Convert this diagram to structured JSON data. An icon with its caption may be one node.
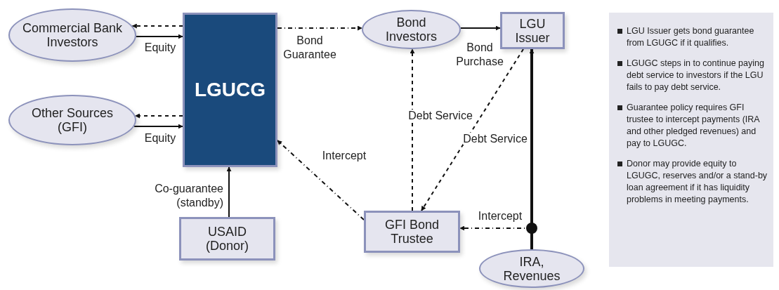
{
  "diagram": {
    "nodes": [
      {
        "text": [
          "Commercial Bank Investors"
        ]
      },
      {
        "text": [
          "Other Sources (GFI)"
        ]
      },
      {
        "text": [
          "LGUCG"
        ]
      },
      {
        "text": [
          "Bond Investors"
        ]
      },
      {
        "text": [
          "LGU Issuer"
        ]
      },
      {
        "text": [
          "USAID (Donor)"
        ]
      },
      {
        "text": [
          "GFI Bond Trustee"
        ]
      },
      {
        "text": [
          "IRA, Revenues"
        ]
      }
    ],
    "edges": [
      {
        "from": 2,
        "to": 0,
        "arrow": "to",
        "style": "dashed"
      },
      {
        "from": 0,
        "to": 2,
        "arrow": "to",
        "label": "Equity"
      },
      {
        "from": 2,
        "to": 1,
        "arrow": "to",
        "style": "dashed"
      },
      {
        "from": 1,
        "to": 2,
        "arrow": "to",
        "label": "Equity"
      },
      {
        "from": 2,
        "to": 3,
        "arrow": "to",
        "style": "dashed",
        "label": "Bond Guarantee"
      },
      {
        "from": 3,
        "to": 4,
        "arrow": "to",
        "label": "Bond Purchase"
      },
      {
        "from": 5,
        "to": 2,
        "arrow": "to",
        "label": "Co-guarantee (standby)"
      },
      {
        "from": 6,
        "to": 2,
        "arrow": "to",
        "style": "dashed",
        "label": "Intercept"
      },
      {
        "from": 6,
        "to": 3,
        "arrow": "to",
        "style": "dashed",
        "label": "Debt Service"
      },
      {
        "from": 4,
        "to": 6,
        "arrow": "to",
        "style": "dashed",
        "label": "Debt Service"
      },
      {
        "from": 7,
        "to": 4,
        "arrow": "to",
        "style": "thick"
      },
      {
        "from": 7,
        "to": 6,
        "arrow": "to",
        "style": "dashed",
        "label": "Intercept"
      }
    ],
    "labels": [
      "LGU Issuer gets bond guarantee from LGUGC if it qualifies.",
      "LGUGC steps in to continue paying debt service to investors if the LGU fails to pay debt service.",
      "Guarantee policy requires GFI trustee to intercept payments (IRA and other pledged revenues) and pay to LGUGC.",
      "Donor may provide equity to LGUGC, reserves and/or a stand-by loan agreement if it has liquidity problems in meeting payments."
    ]
  }
}
